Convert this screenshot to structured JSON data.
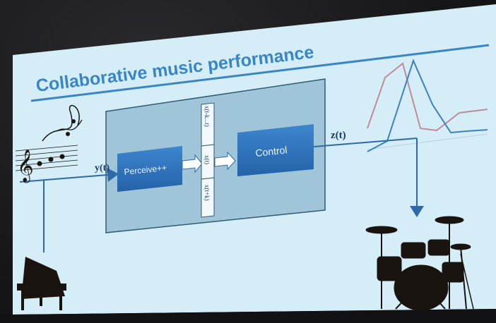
{
  "slide": {
    "title": "Collaborative music performance",
    "colors": {
      "background": "#d2ecf6",
      "title": "#3a86c4",
      "title_rule": "#3a86c4",
      "panel": "#9cc2d6",
      "panel_border": "#2f5b78",
      "block": "#2f74bd",
      "block_text": "#eef6ff",
      "line": "#2f6aa6",
      "silhouette": "#1a1410"
    }
  },
  "signals": {
    "input": "y(t)",
    "output": "z(t)"
  },
  "blocks": {
    "perceive": "Perceive++",
    "control": "Control"
  },
  "state_stack": [
    "x(t-k...t)",
    "x(t)",
    "x(t+k)"
  ],
  "icons": [
    "music-notes-icon",
    "piano-icon",
    "drum-kit-icon",
    "waveform-plot-icon"
  ]
}
